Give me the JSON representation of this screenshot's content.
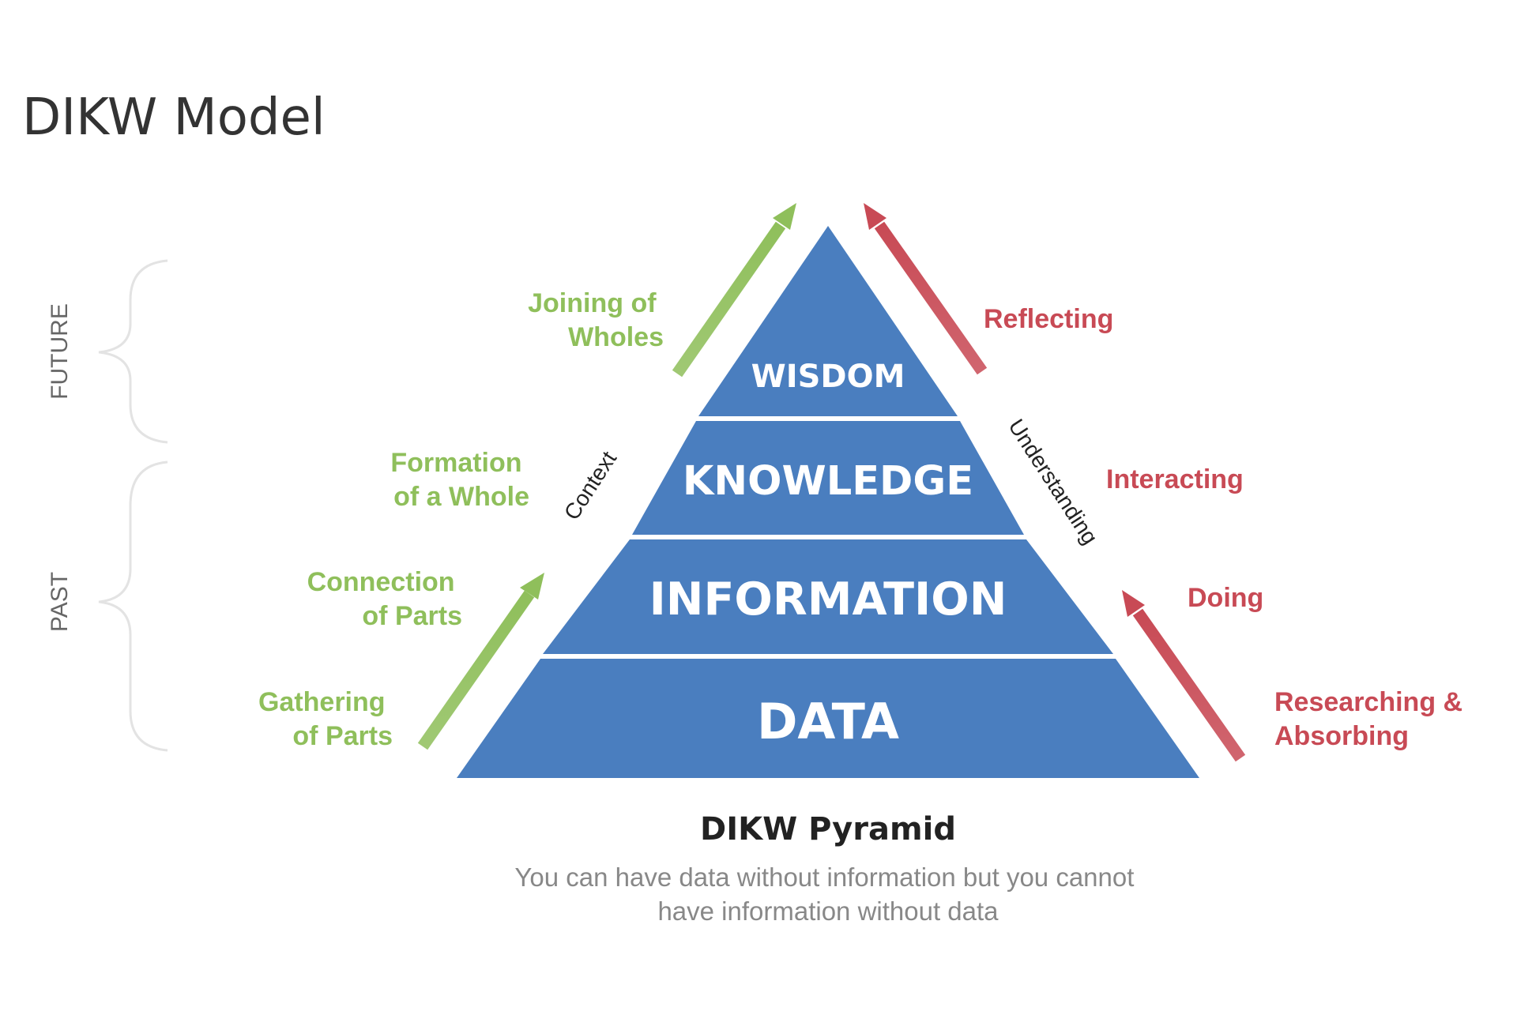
{
  "title": "DIKW Model",
  "pyramid": {
    "levels": [
      "WISDOM",
      "KNOWLEDGE",
      "INFORMATION",
      "DATA"
    ],
    "color": "#4a7ebf",
    "left_axis_label": "Context",
    "right_axis_label": "Understanding"
  },
  "green_labels": [
    [
      "Joining of",
      "Wholes"
    ],
    [
      "Formation",
      "of a Whole"
    ],
    [
      "Connection",
      "of Parts"
    ],
    [
      "Gathering",
      "of Parts"
    ]
  ],
  "red_labels": [
    [
      "Reflecting"
    ],
    [
      "Interacting"
    ],
    [
      "Doing"
    ],
    [
      "Researching &",
      "Absorbing"
    ]
  ],
  "time_labels": {
    "future": "FUTURE",
    "past": "PAST"
  },
  "colors": {
    "green": "#8fbf5b",
    "red": "#c84a55",
    "pyramid": "#4a7ebf"
  },
  "caption": {
    "title": "DIKW Pyramid",
    "subtitle_lines": [
      "You can have data without information but you cannot",
      "have information without data"
    ]
  }
}
